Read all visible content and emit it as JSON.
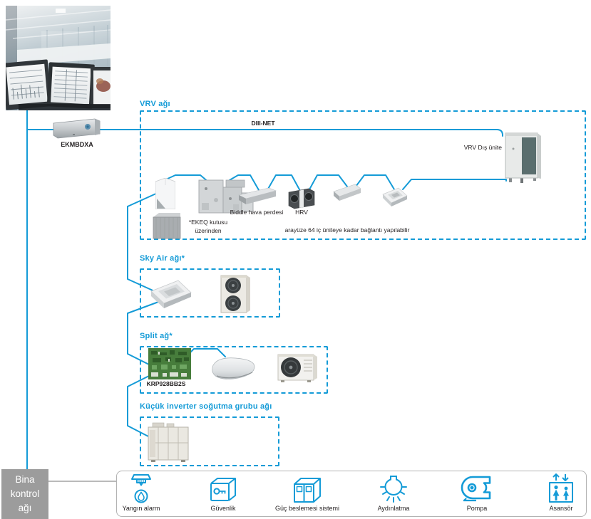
{
  "colors": {
    "accent_blue": "#149bd7",
    "text_black": "#231f20",
    "building_box_gray": "#9c9c9c",
    "panel_border_gray": "#b3b3b3"
  },
  "gateway": {
    "label": "EKMBDXA"
  },
  "vrv": {
    "title": "VRV ağı",
    "bus": "DIII-NET",
    "outdoor": "VRV Dış ünite",
    "ekeq1": "*EKEQ kutusu",
    "ekeq2": "üzerinden",
    "biddle": "Biddle hava perdesi",
    "hrv": "HRV",
    "note": "arayüze 64 iç üniteye kadar bağlantı yapılabilir"
  },
  "skyair": {
    "title": "Sky Air ağı*"
  },
  "split": {
    "title": "Split ağ*",
    "pcb": "KRP928BB2S"
  },
  "chiller": {
    "title": "Küçük inverter soğutma grubu ağı"
  },
  "building": {
    "line1": "Bina",
    "line2": "kontrol",
    "line3": "ağı"
  },
  "services": [
    {
      "icon": "sprinkler-flame-icon",
      "label": "Yangın alarm"
    },
    {
      "icon": "safe-key-icon",
      "label": "Güvenlik"
    },
    {
      "icon": "power-cabinet-icon",
      "label": "Güç beslemesi sistemi"
    },
    {
      "icon": "light-bulb-icon",
      "label": "Aydınlatma"
    },
    {
      "icon": "pump-icon",
      "label": "Pompa"
    },
    {
      "icon": "elevator-icon",
      "label": "Asansör"
    }
  ]
}
